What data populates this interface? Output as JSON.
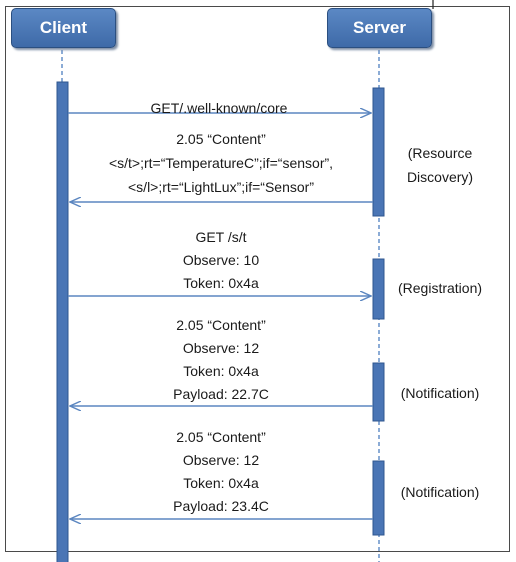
{
  "actors": {
    "client": "Client",
    "server": "Server"
  },
  "messages": [
    {
      "lines": [
        "GET/.well-known/core"
      ]
    },
    {
      "lines": [
        "2.05 “Content”",
        "<s/t>;rt=“TemperatureC”;if=“sensor”,",
        "<s/l>;rt=“LightLux”;if=“Sensor”"
      ]
    },
    {
      "lines": [
        "GET /s/t",
        "Observe: 10",
        "Token: 0x4a"
      ]
    },
    {
      "lines": [
        "2.05 “Content”",
        "Observe: 12",
        "Token: 0x4a",
        "Payload: 22.7C"
      ]
    },
    {
      "lines": [
        "2.05 “Content”",
        "Observe: 12",
        "Token: 0x4a",
        "Payload: 23.4C"
      ]
    }
  ],
  "notes": [
    {
      "lines": [
        "(Resource",
        "Discovery)"
      ]
    },
    {
      "lines": [
        "(Registration)"
      ]
    },
    {
      "lines": [
        "(Notification)"
      ]
    },
    {
      "lines": [
        "(Notification)"
      ]
    }
  ],
  "colors": {
    "arrow": "#5b86c0",
    "activation": "#4a75b5",
    "lifeline": "#4f7fc0"
  }
}
